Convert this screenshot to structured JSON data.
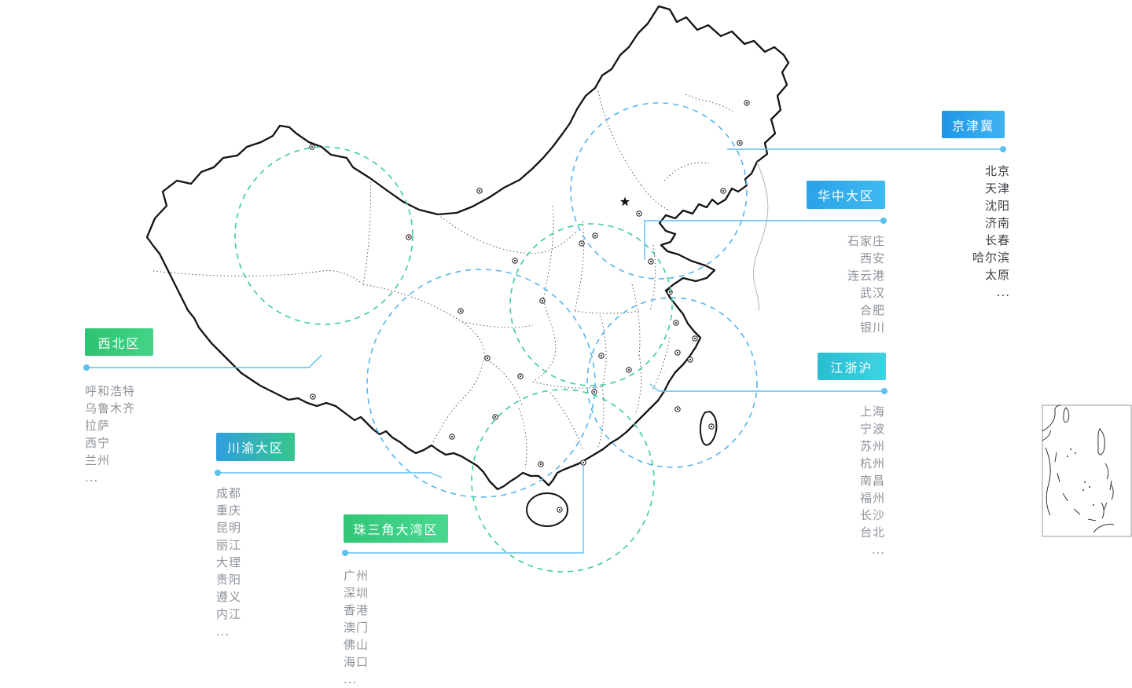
{
  "colors": {
    "connector_line": "#5bc0f0",
    "circle_green": "#3ecf8e",
    "circle_blue": "#55b5ef",
    "map_border": "#141414",
    "city_list_gray": "#8d939a",
    "city_list_dark": "#3e4146"
  },
  "regions": [
    {
      "id": "jingjinji",
      "label": "京津冀",
      "gradient_start": "#1f97e6",
      "gradient_end": "#3fb3f2",
      "cities": [
        "北京",
        "天津",
        "沈阳",
        "济南",
        "长春",
        "哈尔滨",
        "太原",
        "..."
      ]
    },
    {
      "id": "huazhong",
      "label": "华中大区",
      "gradient_start": "#2aa3e8",
      "gradient_end": "#3fb9f0",
      "cities": [
        "石家庄",
        "西安",
        "连云港",
        "武汉",
        "合肥",
        "银川"
      ]
    },
    {
      "id": "xibei",
      "label": "西北区",
      "gradient_start": "#2fc270",
      "gradient_end": "#44d488",
      "cities": [
        "呼和浩特",
        "乌鲁木齐",
        "拉萨",
        "西宁",
        "兰州",
        "..."
      ]
    },
    {
      "id": "jiangzhehu",
      "label": "江浙沪",
      "gradient_start": "#28bed2",
      "gradient_end": "#3fd2e2",
      "cities": [
        "上海",
        "宁波",
        "苏州",
        "杭州",
        "南昌",
        "福州",
        "长沙",
        "台北",
        "..."
      ]
    },
    {
      "id": "chuanyu",
      "label": "川渝大区",
      "gradient_start": "#2f9fe0",
      "gradient_end": "#36c68d",
      "cities": [
        "成都",
        "重庆",
        "昆明",
        "丽江",
        "大理",
        "贵阳",
        "遵义",
        "内江",
        "..."
      ]
    },
    {
      "id": "zhusanjiao",
      "label": "珠三角大湾区",
      "gradient_start": "#32c678",
      "gradient_end": "#48d88f",
      "cities": [
        "广州",
        "深圳",
        "香港",
        "澳门",
        "佛山",
        "海口",
        "..."
      ]
    }
  ]
}
